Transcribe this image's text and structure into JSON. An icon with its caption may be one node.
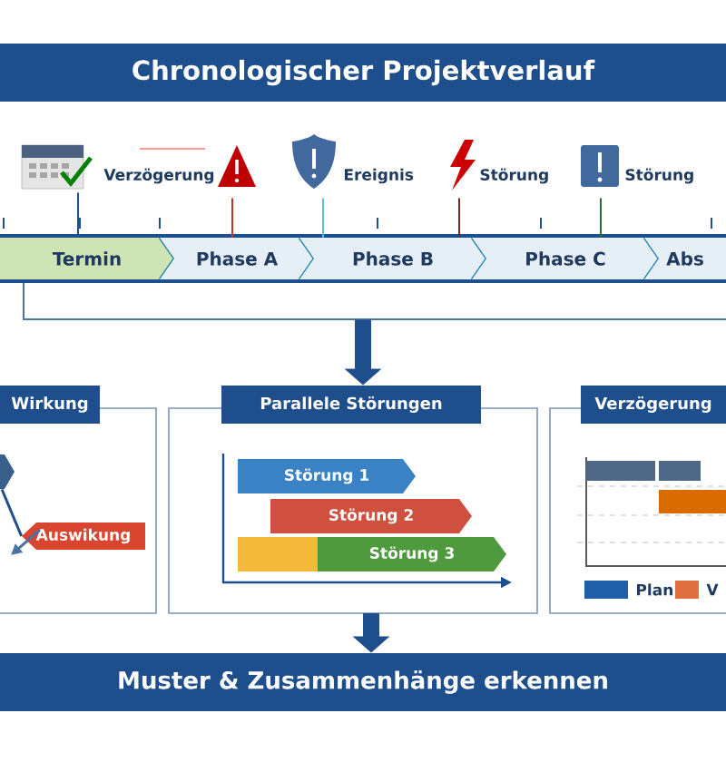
{
  "diagram": {
    "nodes": [
      {
        "text": [
          "Chronologischer Projektverlauf"
        ]
      },
      {
        "text": [],
        "shape": "calendar"
      },
      {
        "text": [
          "Verzögerung"
        ]
      },
      {
        "text": [
          "Ereignis"
        ]
      },
      {
        "text": [
          "Störung"
        ]
      },
      {
        "text": [
          "Störung"
        ]
      },
      {
        "text": [],
        "shape": "band"
      },
      {
        "text": [
          "Termin"
        ],
        "in": 6
      },
      {
        "text": [
          "Phase A"
        ],
        "in": 6
      },
      {
        "text": [
          "Phase B"
        ],
        "in": 6
      },
      {
        "text": [
          "Phase C"
        ],
        "in": 6
      },
      {
        "text": [
          "Abs"
        ],
        "in": 6
      },
      {
        "text": [],
        "shape": "bracket"
      },
      {
        "text": [
          "Wirkung"
        ]
      },
      {
        "text": [],
        "shape": "hexagon",
        "in": 13
      },
      {
        "text": [
          "Auswikung"
        ],
        "in": 13
      },
      {
        "text": [
          "Parallele Störungen"
        ]
      },
      {
        "text": [
          "Störung 1"
        ],
        "in": 16
      },
      {
        "text": [
          "Störung 2"
        ],
        "in": 16
      },
      {
        "text": [],
        "shape": "bar",
        "in": 16
      },
      {
        "text": [
          "Störung 3"
        ],
        "in": 16
      },
      {
        "text": [
          "Verzögerung"
        ]
      },
      {
        "text": [
          "Muster & Zusammenhänge erkennen"
        ]
      }
    ],
    "edges": [
      {
        "from": 12,
        "to": 16,
        "arrow": "to",
        "style": "thick"
      },
      {
        "from": 14,
        "to": 15,
        "arrow": "none"
      },
      {
        "from": 16,
        "to": 22,
        "arrow": "to",
        "style": "thick"
      },
      {
        "from": 1,
        "to": 7,
        "arrow": "none"
      },
      {
        "from": 2,
        "to": 8,
        "arrow": "none",
        "color": "#c0392b"
      },
      {
        "from": 3,
        "to": 9,
        "arrow": "none",
        "color": "#5bc0de"
      },
      {
        "from": 4,
        "to": 9,
        "arrow": "none",
        "color": "#7a2a1a"
      },
      {
        "from": 5,
        "to": 10,
        "arrow": "none",
        "color": "#2e6b3a"
      }
    ],
    "legend": [
      {
        "text": "Plan",
        "color": "#1f5fa8"
      },
      {
        "text": "V",
        "color": "#e0703f"
      }
    ]
  }
}
